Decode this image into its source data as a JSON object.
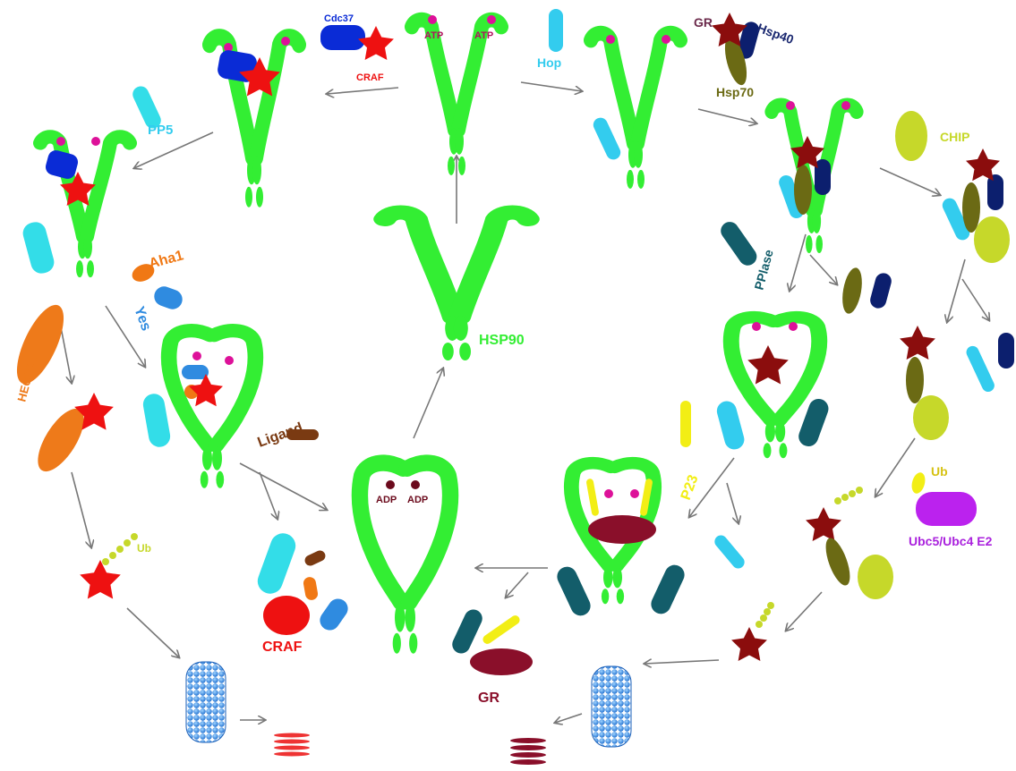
{
  "colors": {
    "hsp90": "#33ee33",
    "atp": "#dd1199",
    "adp": "#6b0a1c",
    "arrow": "#777777",
    "craf": "#ee1111",
    "cdc37": "#0a2bd6",
    "gr": "#8b0d0d",
    "hsp40": "#0c1f6e",
    "hsp70": "#6b6a14",
    "hop": "#33ccee",
    "pp5": "#33dde8",
    "chip": "#c6d82a",
    "pplase": "#135d6a",
    "aha1": "#f07814",
    "yes": "#2f8be0",
    "hectd3": "#ee7a1a",
    "ligand": "#7a3a12",
    "p23": "#f2ee15",
    "ub": "#c6d82a",
    "ubc": "#bb22ee",
    "grDark": "#8a0f2a",
    "proteasome": "#3a8ee8"
  },
  "labels": {
    "cdc37": "Cdc37",
    "craf_top": "CRAF",
    "atp_left": "ATP",
    "atp_right": "ATP",
    "hop": "Hop",
    "gr_top": "GR",
    "hsp40": "Hsp40",
    "hsp70": "Hsp70",
    "pp5": "PP5",
    "chip": "CHIP",
    "pplase": "PPlase",
    "aha1": "Aha1",
    "yes": "Yes",
    "hectd3": "HECTD3",
    "hsp90": "HSP90",
    "ligand": "Ligand",
    "p23": "P23",
    "adp_left": "ADP",
    "adp_right": "ADP",
    "ub_left": "Ub",
    "ub_right": "Ub",
    "ubc": "Ubc5/Ubc4 E2",
    "craf_bottom": "CRAF",
    "gr_bottom": "GR"
  }
}
